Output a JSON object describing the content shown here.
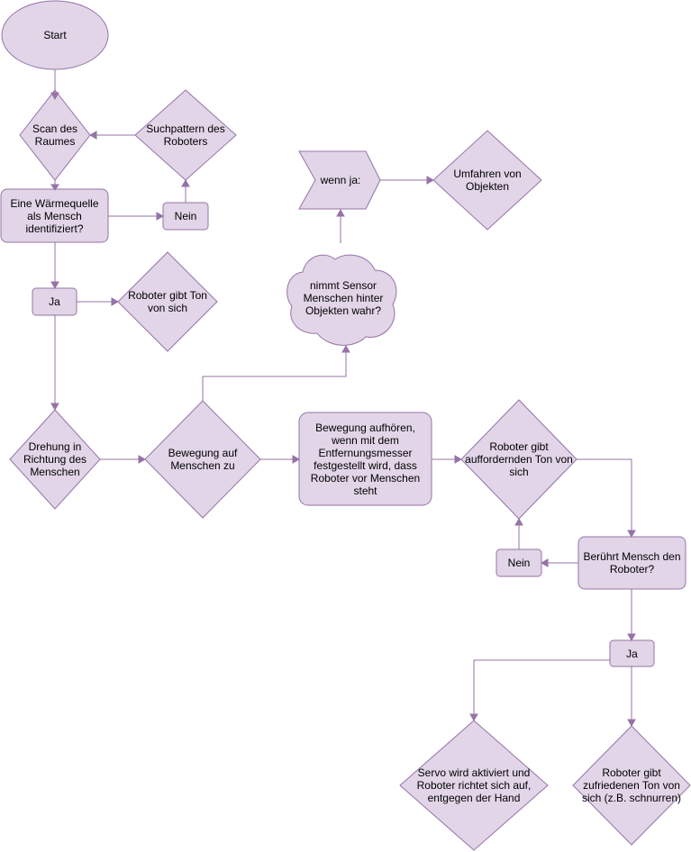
{
  "nodes": {
    "start": "Start",
    "scan": "Scan des Raumes",
    "search_pattern": "Suchpattern des Roboters",
    "heat_source": "Eine Wärmequelle als Mensch identifiziert?",
    "no_1": "Nein",
    "yes_1": "Ja",
    "robot_sound": "Roboter gibt Ton von sich",
    "turn": "Drehung in Richtung des Menschen",
    "move_towards": "Bewegung auf Menschen zu",
    "sensor_cloud": "nimmt Sensor Menschen hinter Objekten wahr?",
    "if_yes": "wenn ja:",
    "avoid": "Umfahren von Objekten",
    "stop_moving": "Bewegung aufhören, wenn mit dem Entfernungsmesser festgestellt wird, dass Roboter vor Menschen steht",
    "demanding_sound": "Roboter gibt auffordernden Ton von sich",
    "touch": "Berührt Mensch den Roboter?",
    "no_2": "Nein",
    "yes_2": "Ja",
    "servo": "Servo wird aktiviert und Roboter richtet sich auf, entgegen der Hand",
    "content_sound": "Roboter gibt zufriedenen Ton von sich (z.B. schnurren)"
  },
  "colors": {
    "fill": "#e1d5e7",
    "stroke": "#9673a6",
    "text": "#000000"
  }
}
